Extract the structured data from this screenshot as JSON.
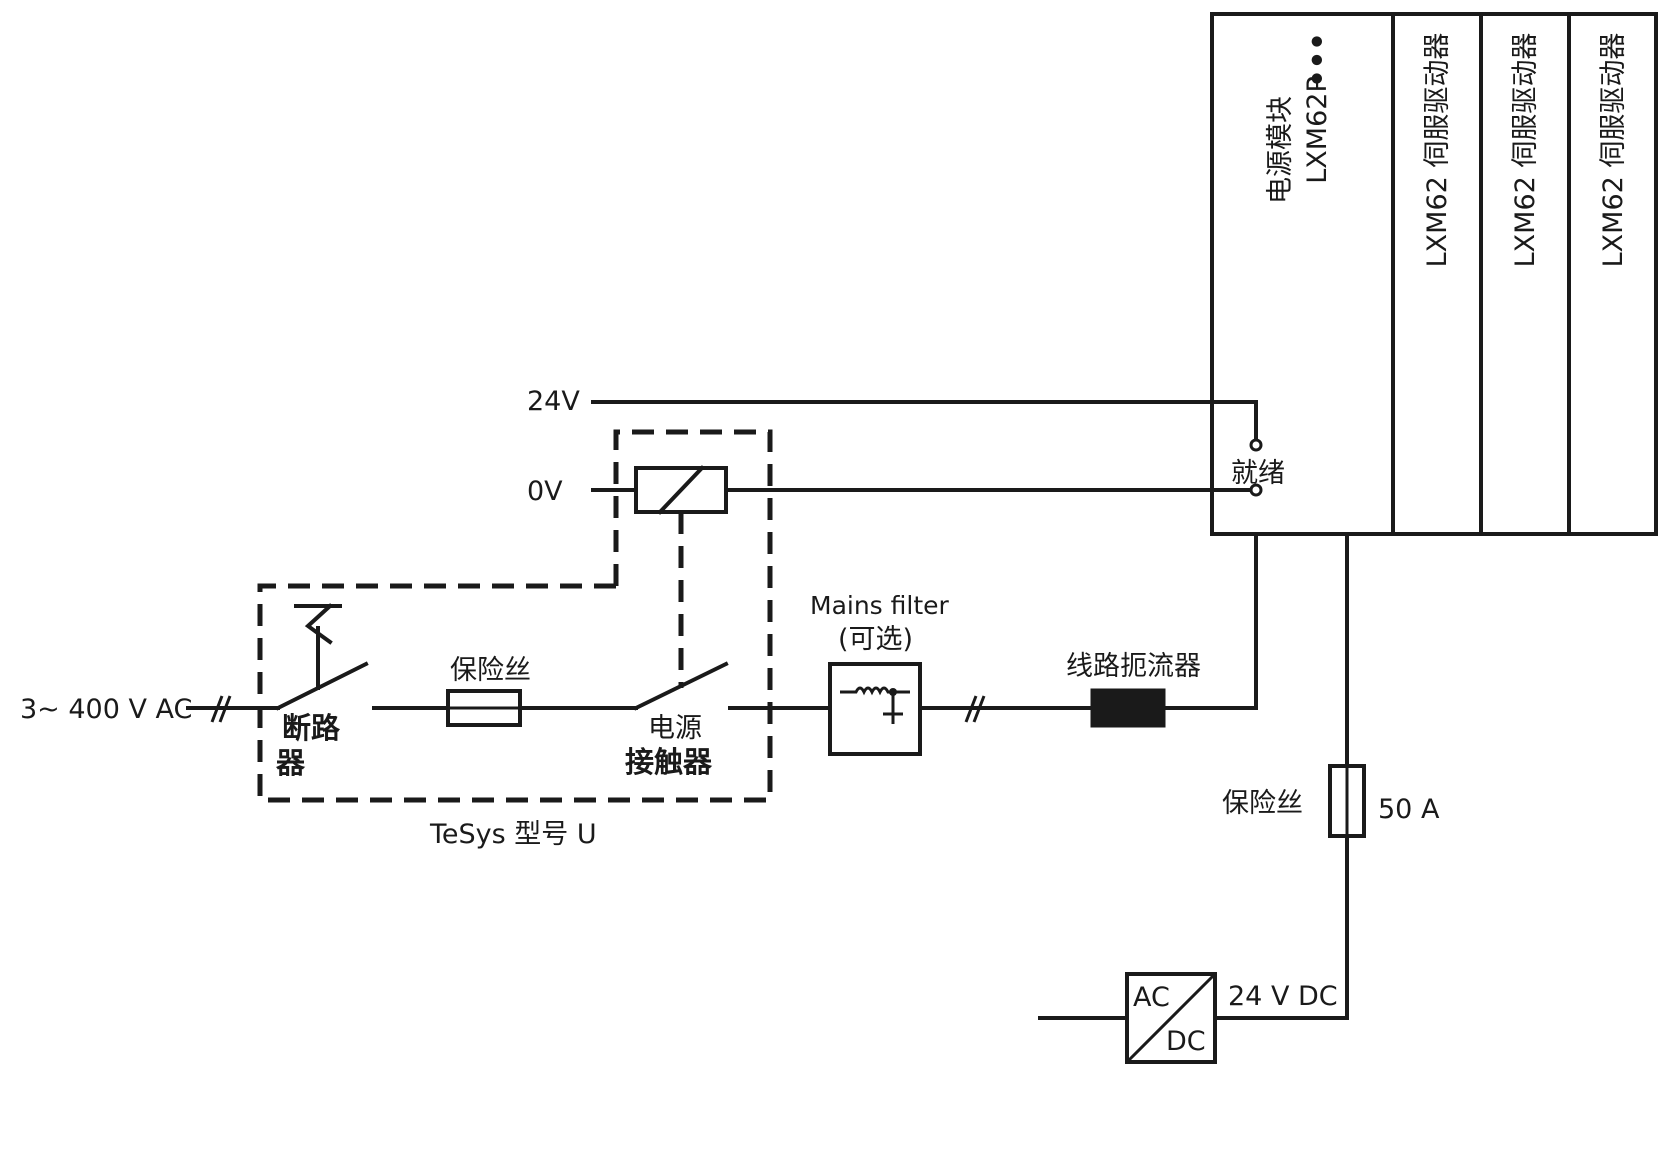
{
  "labels": {
    "ac_input": "3~ 400 V AC",
    "breaker_line1": "断路",
    "breaker_line2": "器",
    "fuse_main": "保险丝",
    "contactor_line1": "电源",
    "contactor_line2": "接触器",
    "tesys": "TeSys 型号 U",
    "v24": "24V",
    "v0": "0V",
    "filter_line1": "Mains filter",
    "filter_line2": "(可选)",
    "choke": "线路扼流器",
    "ready": "就绪",
    "power_module_line1": "电源模块",
    "power_module_line2": "LXM62P",
    "power_module_dots": "•••",
    "servo_1": "LXM62 伺服驱动器",
    "servo_2": "LXM62 伺服驱动器",
    "servo_3": "LXM62 伺服驱动器",
    "fuse_dc": "保险丝",
    "fuse_rating": "50 A",
    "psu_ac": "AC",
    "psu_dc": "DC",
    "dc_out": "24 V DC"
  }
}
